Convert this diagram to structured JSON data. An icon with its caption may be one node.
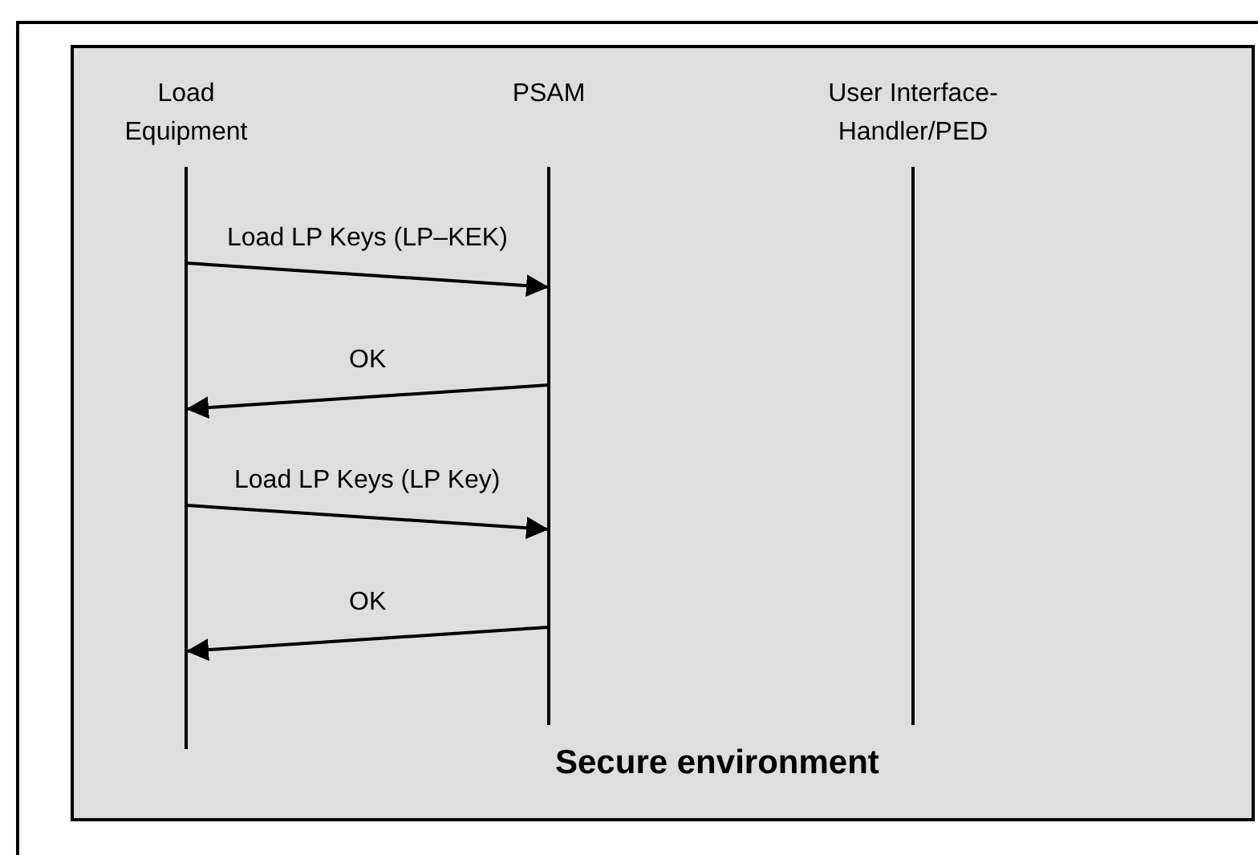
{
  "diagram": {
    "nodes": [
      {
        "text": [
          "Secure environment"
        ]
      },
      {
        "text": [
          "Load Equipment"
        ],
        "in": 0
      },
      {
        "text": [
          "PSAM"
        ],
        "in": 0
      },
      {
        "text": [
          "User Interface-Handler/PED"
        ],
        "in": 0
      }
    ],
    "edges": [
      {
        "from": 1,
        "to": 2,
        "arrow": "to",
        "label": "Load LP Keys (LP–KEK)"
      },
      {
        "from": 2,
        "to": 1,
        "arrow": "to",
        "label": "OK"
      },
      {
        "from": 1,
        "to": 2,
        "arrow": "to",
        "label": "Load LP Keys (LP Key)"
      },
      {
        "from": 2,
        "to": 1,
        "arrow": "to",
        "label": "OK"
      }
    ]
  }
}
